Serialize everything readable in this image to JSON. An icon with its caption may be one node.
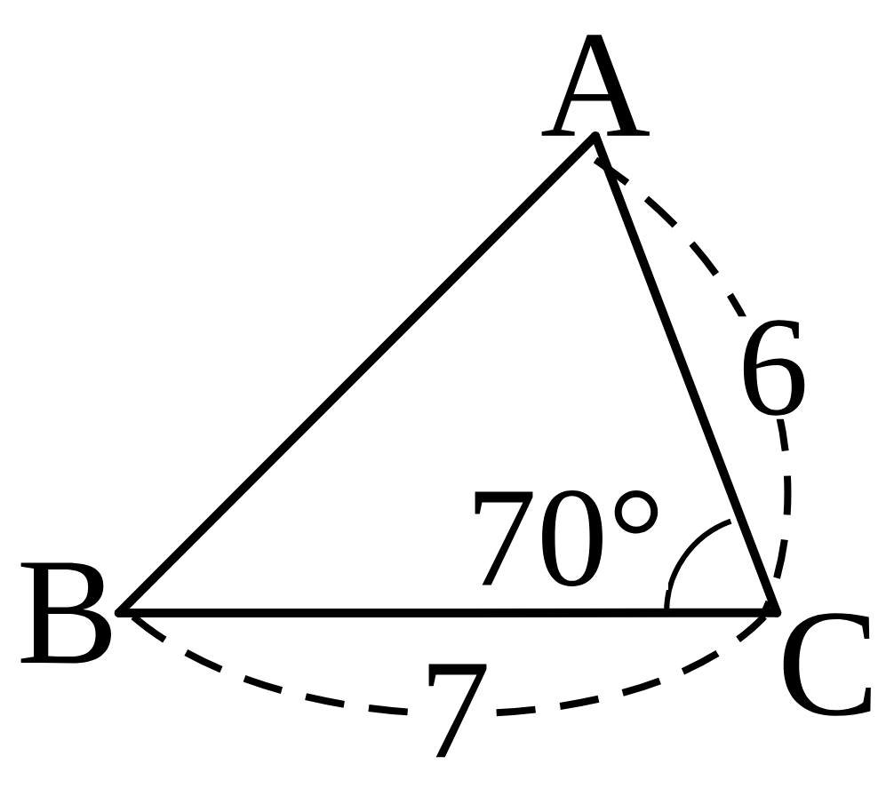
{
  "diagram": {
    "nodes": [
      {
        "text": [
          "A"
        ]
      },
      {
        "text": [
          "B"
        ]
      },
      {
        "text": [
          "C"
        ]
      }
    ],
    "edges": [
      {
        "from": 1,
        "to": 0,
        "arrow": "none"
      },
      {
        "from": 0,
        "to": 2,
        "arrow": "none"
      },
      {
        "from": 1,
        "to": 2,
        "arrow": "none"
      }
    ],
    "labels": [
      "70°",
      "6",
      "7"
    ]
  }
}
